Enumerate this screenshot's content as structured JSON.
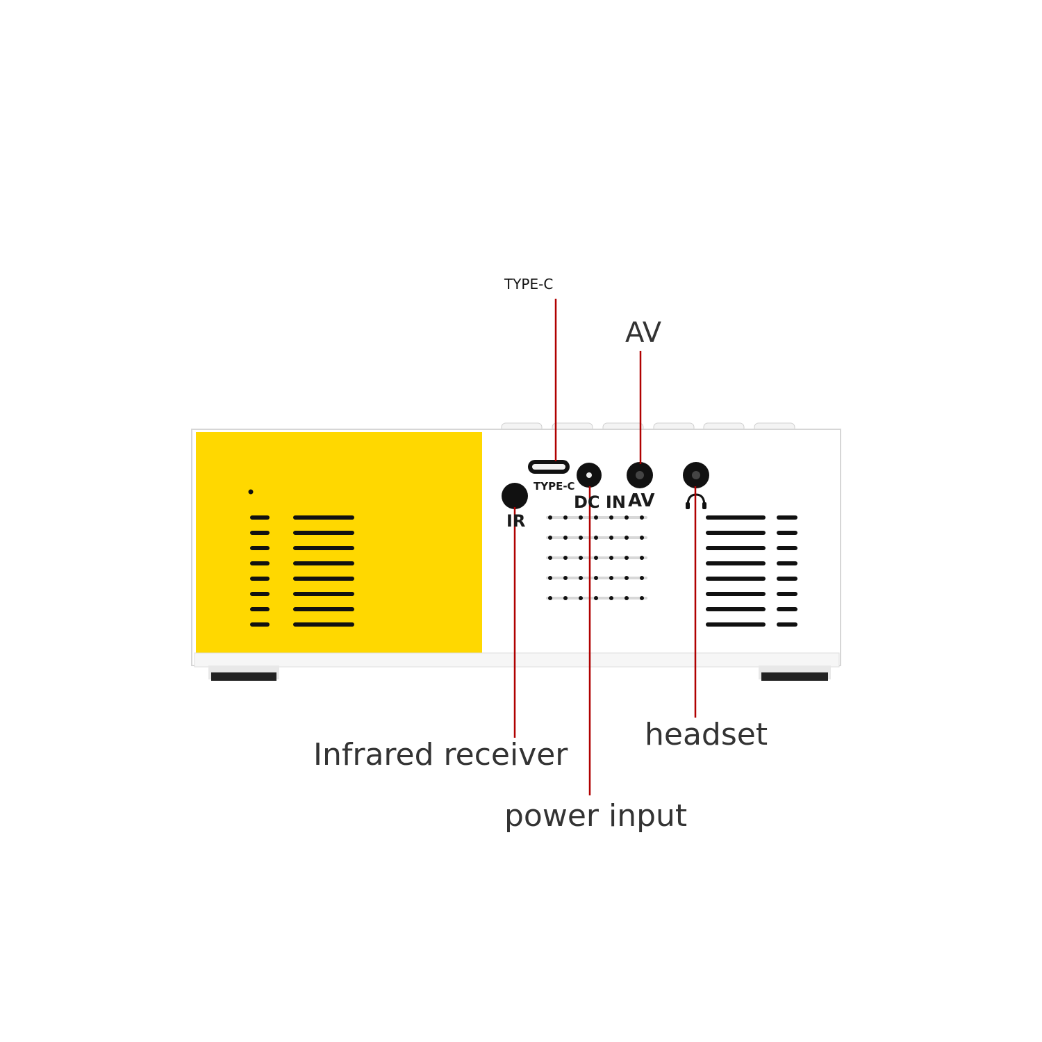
{
  "colors": {
    "yellow": "#FFD800",
    "body": "#FFFFFF",
    "callout_line": "#B00000",
    "slot": "#111111",
    "text": "#333333"
  },
  "labels": {
    "type_c_top": "TYPE-C",
    "av_top": "AV",
    "infrared_receiver": "Infrared receiver",
    "power_input": "power input",
    "headset": "headset"
  },
  "panel": {
    "type_c": "TYPE-C",
    "dc_in": "DC IN",
    "av": "AV",
    "ir": "IR"
  },
  "icons": {
    "headphone": "headphone-icon"
  }
}
